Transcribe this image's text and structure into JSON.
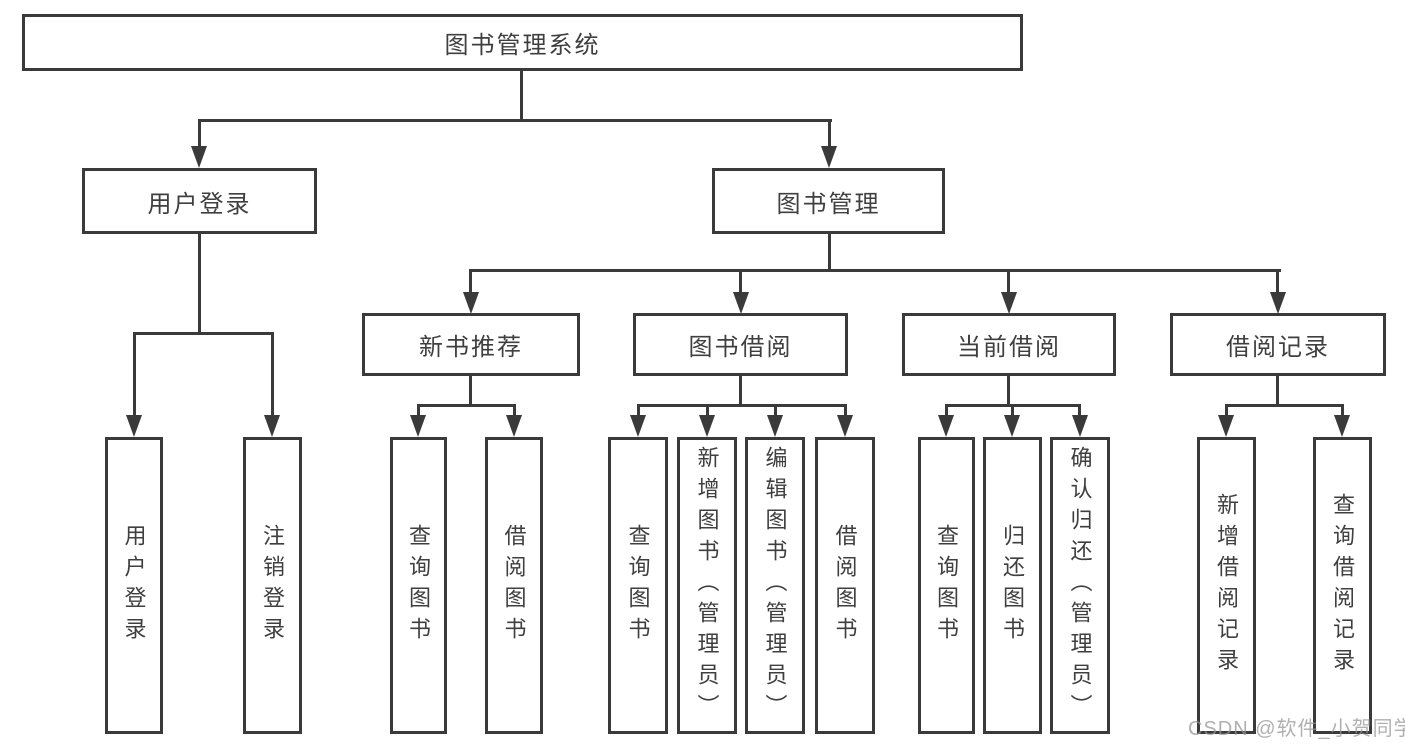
{
  "tree": {
    "root": {
      "label": "图书管理系统"
    },
    "branches": [
      {
        "label": "用户登录",
        "children": [
          {
            "label": "用户登录"
          },
          {
            "label": "注销登录"
          }
        ]
      },
      {
        "label": "图书管理",
        "children": [
          {
            "label": "新书推荐",
            "children": [
              {
                "label": "查询图书"
              },
              {
                "label": "借阅图书"
              }
            ]
          },
          {
            "label": "图书借阅",
            "children": [
              {
                "label": "查询图书"
              },
              {
                "label": "新增图书（管理员）"
              },
              {
                "label": "编辑图书（管理员）"
              },
              {
                "label": "借阅图书"
              }
            ]
          },
          {
            "label": "当前借阅",
            "children": [
              {
                "label": "查询图书"
              },
              {
                "label": "归还图书"
              },
              {
                "label": "确认归还（管理员）"
              }
            ]
          },
          {
            "label": "借阅记录",
            "children": [
              {
                "label": "新增借阅记录"
              },
              {
                "label": "查询借阅记录"
              }
            ]
          }
        ]
      }
    ]
  },
  "watermark": {
    "text": "CSDN @软件_小贺同学"
  },
  "colors": {
    "line": "#3a3a3a",
    "text": "#3f3f3f",
    "background": "#ffffff",
    "watermark": "#969696"
  }
}
